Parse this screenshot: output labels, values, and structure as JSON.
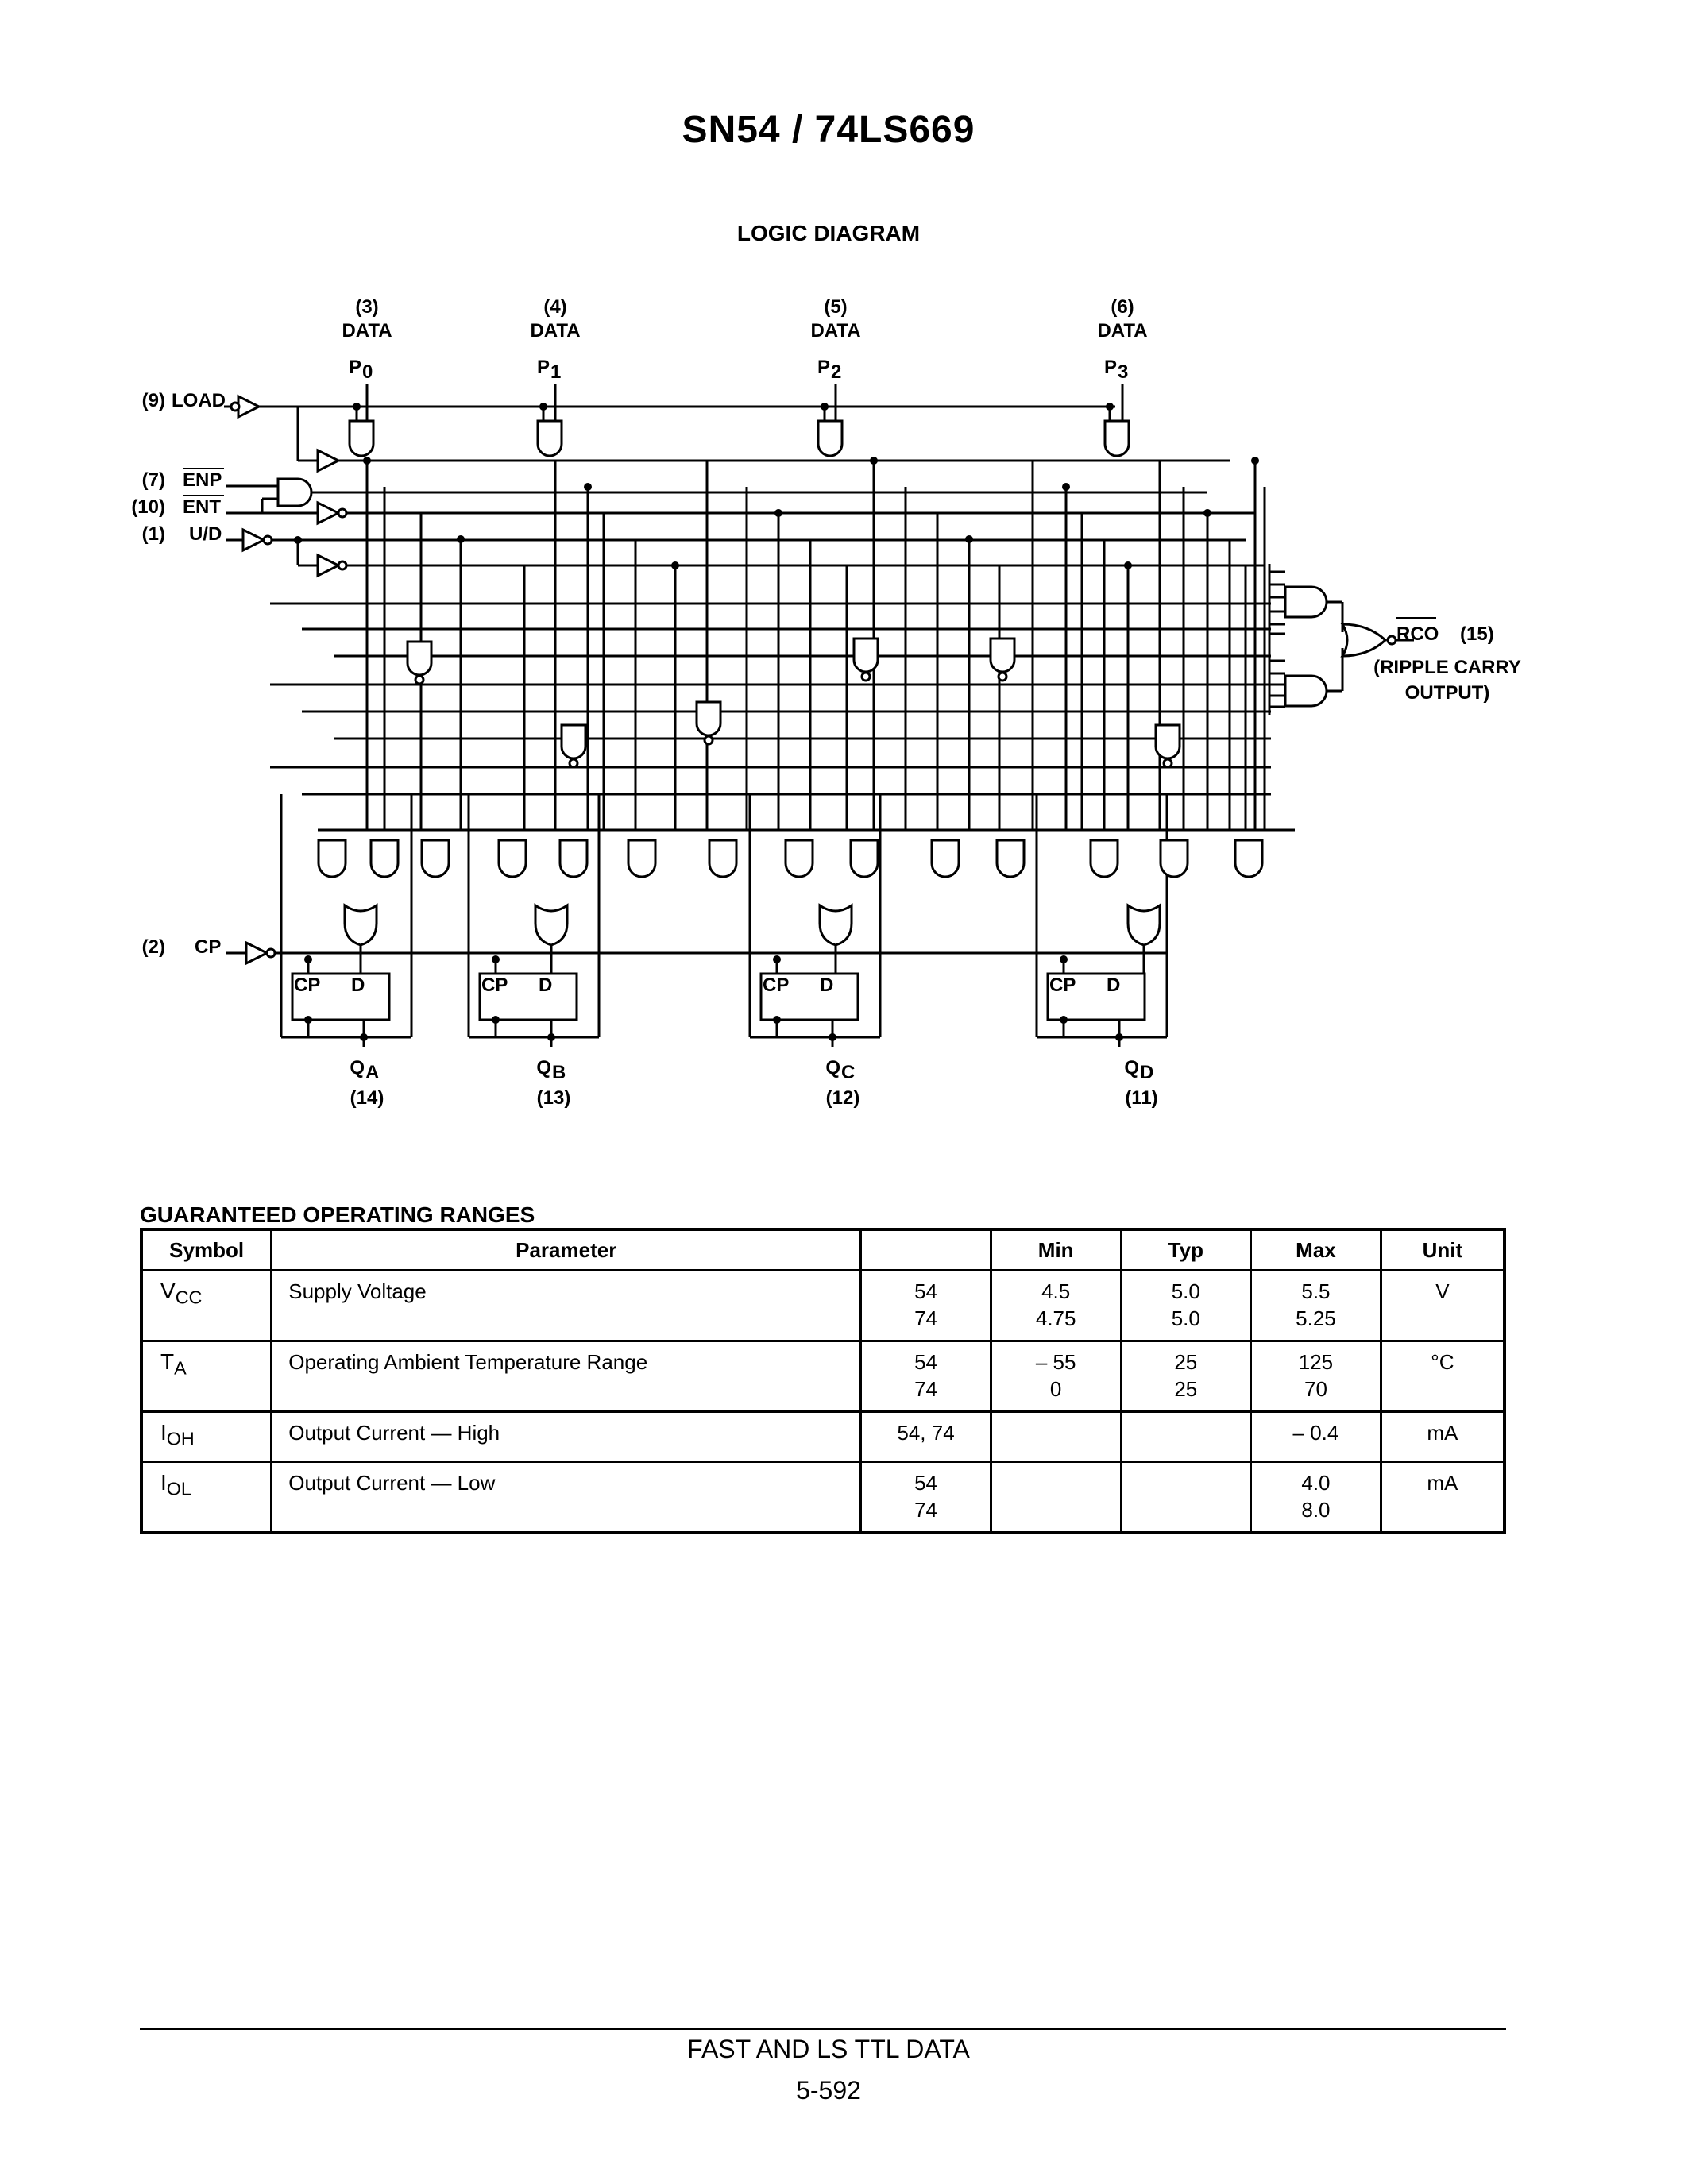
{
  "header": {
    "title": "SN54 / 74LS669"
  },
  "diagram": {
    "title": "LOGIC DIAGRAM",
    "data_inputs": [
      {
        "pin": "(3)",
        "label": "DATA",
        "name": "P",
        "sub": "0"
      },
      {
        "pin": "(4)",
        "label": "DATA",
        "name": "P",
        "sub": "1"
      },
      {
        "pin": "(5)",
        "label": "DATA",
        "name": "P",
        "sub": "2"
      },
      {
        "pin": "(6)",
        "label": "DATA",
        "name": "P",
        "sub": "3"
      }
    ],
    "left_inputs": [
      {
        "pin": "(9)",
        "name": "LOAD"
      },
      {
        "pin": "(7)",
        "name": "ENP"
      },
      {
        "pin": "(10)",
        "name": "ENT"
      },
      {
        "pin": "(1)",
        "name": "U/D"
      },
      {
        "pin": "(2)",
        "name": "CP"
      }
    ],
    "flipflop": {
      "cp": "CP",
      "d": "D"
    },
    "outputs": [
      {
        "name": "Q",
        "sub": "A",
        "pin": "(14)"
      },
      {
        "name": "Q",
        "sub": "B",
        "pin": "(13)"
      },
      {
        "name": "Q",
        "sub": "C",
        "pin": "(12)"
      },
      {
        "name": "Q",
        "sub": "D",
        "pin": "(11)"
      }
    ],
    "rco": {
      "name": "RCO",
      "pin": "(15)",
      "desc1": "(RIPPLE CARRY",
      "desc2": "OUTPUT)"
    }
  },
  "ranges": {
    "title": "GUARANTEED OPERATING RANGES",
    "columns": [
      "Symbol",
      "Parameter",
      "",
      "Min",
      "Typ",
      "Max",
      "Unit"
    ],
    "rows": [
      {
        "sym": "V",
        "sub": "CC",
        "param": "Supply Voltage",
        "dev": "54\n74",
        "min": "4.5\n4.75",
        "typ": "5.0\n5.0",
        "max": "5.5\n5.25",
        "unit": "V"
      },
      {
        "sym": "T",
        "sub": "A",
        "param": "Operating Ambient Temperature Range",
        "dev": "54\n74",
        "min": "– 55\n0",
        "typ": "25\n25",
        "max": "125\n70",
        "unit": "°C"
      },
      {
        "sym": "I",
        "sub": "OH",
        "param": "Output Current — High",
        "dev": "54, 74",
        "min": "",
        "typ": "",
        "max": "– 0.4",
        "unit": "mA"
      },
      {
        "sym": "I",
        "sub": "OL",
        "param": "Output Current — Low",
        "dev": "54\n74",
        "min": "",
        "typ": "",
        "max": "4.0\n8.0",
        "unit": "mA"
      }
    ]
  },
  "footer": {
    "line1": "FAST AND LS TTL DATA",
    "page": "5-592"
  }
}
